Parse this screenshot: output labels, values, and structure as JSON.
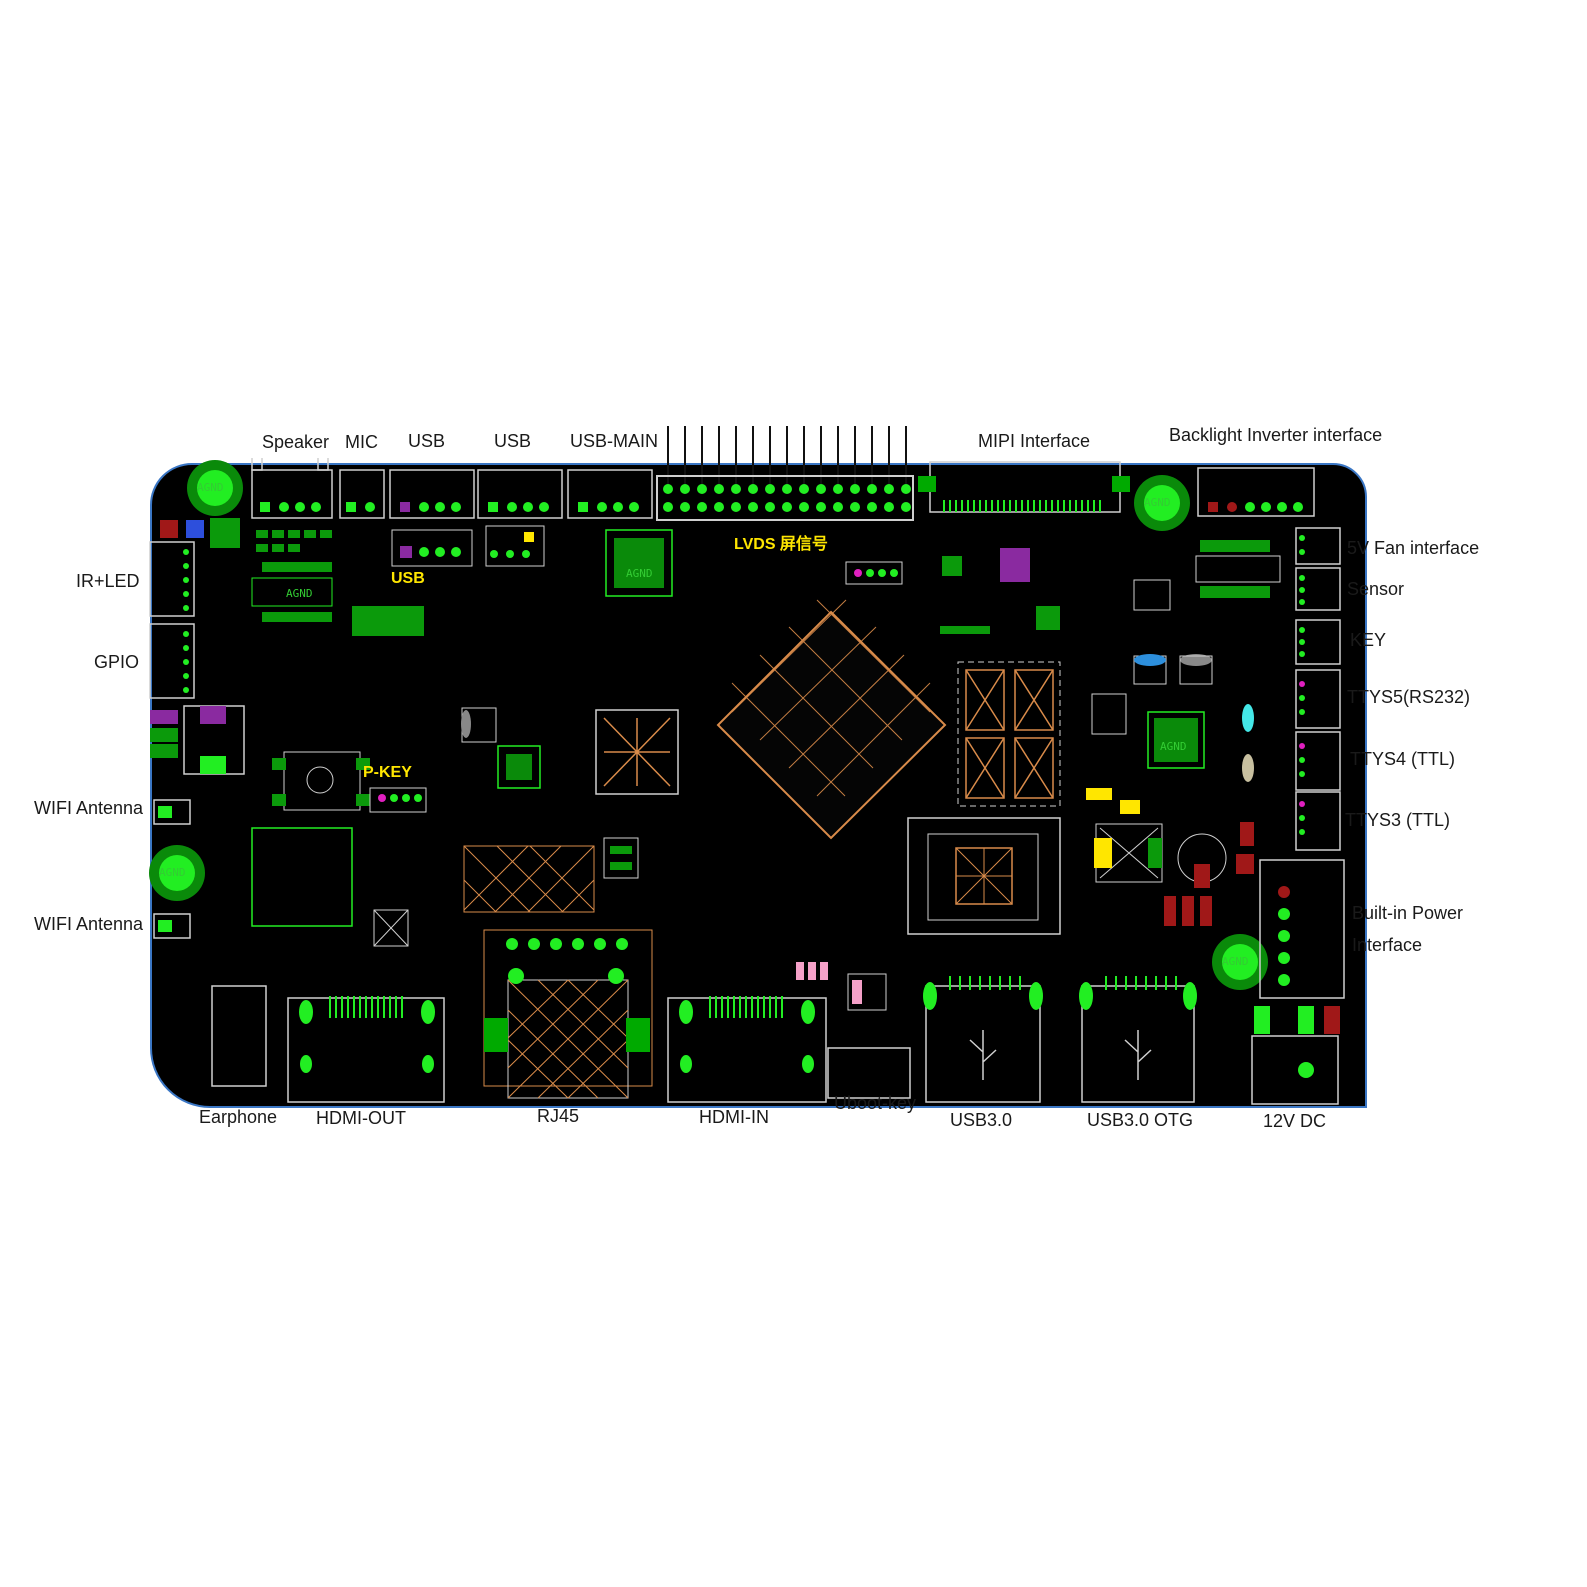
{
  "labels": {
    "top": {
      "speaker": "Speaker",
      "mic": "MIC",
      "usb_1": "USB",
      "usb_2": "USB",
      "usb_main": "USB-MAIN",
      "mipi": "MIPI Interface",
      "backlight": "Backlight Inverter interface"
    },
    "left": {
      "ir_led": "IR+LED",
      "gpio": "GPIO",
      "wifi_antenna_1": "WIFI Antenna",
      "wifi_antenna_2": "WIFI Antenna"
    },
    "right": {
      "fan": "5V Fan interface",
      "sensor": "Sensor",
      "key": "KEY",
      "ttys5": "TTYS5(RS232)",
      "ttys4": "TTYS4 (TTL)",
      "ttys3": "TTYS3 (TTL)",
      "power_line1": "Built-in Power",
      "power_line2": "Interface"
    },
    "bottom": {
      "earphone": "Earphone",
      "hdmi_out": "HDMI-OUT",
      "rj45": "RJ45",
      "hdmi_in": "HDMI-IN",
      "uboot_key": "Uboot-key",
      "usb30": "USB3.0",
      "usb30_otg": "USB3.0 OTG",
      "dc12v": "12V DC"
    }
  },
  "silkscreen": {
    "lvds": "LVDS 屏信号",
    "usb": "USB",
    "pkey": "P-KEY",
    "agnd": "AGND"
  },
  "colors": {
    "board": "#000000",
    "outline": "#3a76c4",
    "pad": "#00cc00",
    "pad_bright": "#22ee22",
    "silk_yellow": "#ffe600",
    "trace_orange": "#d98b4a",
    "purple": "#8a2aa0",
    "magenta": "#e020c0"
  }
}
